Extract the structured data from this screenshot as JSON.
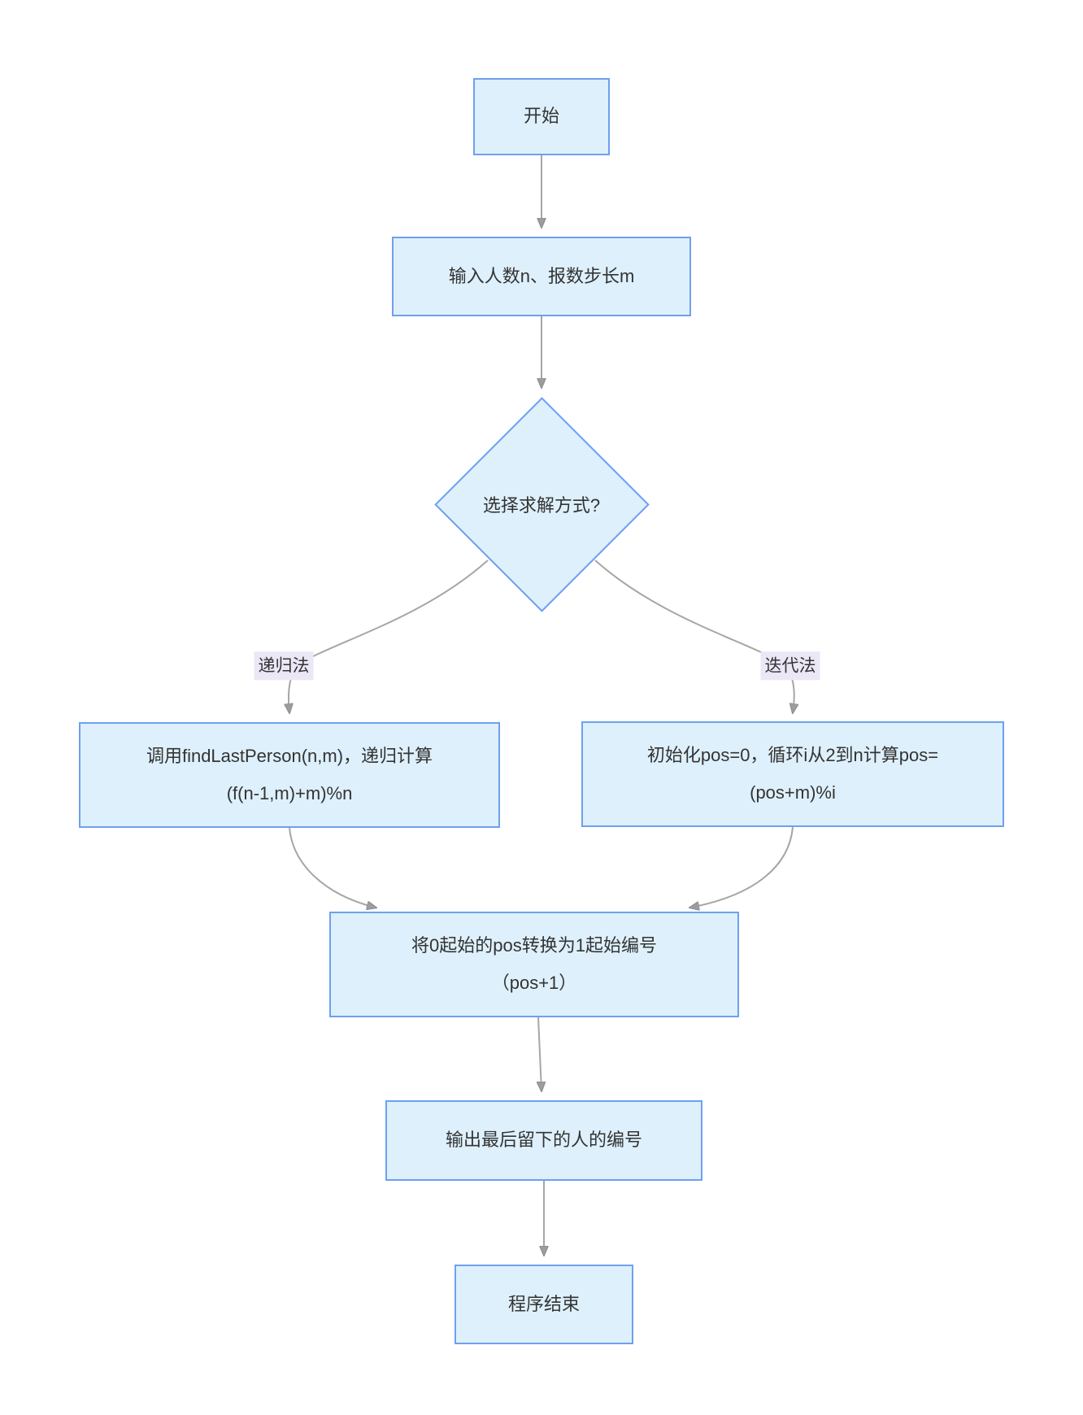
{
  "theme": {
    "background": "#ffffff",
    "node_fill": "#def0fb",
    "node_border": "#6ea0f0",
    "edge_color": "#a6a6a6",
    "arrow_color": "#9d9d9d",
    "edge_label_bg": "#ebe7f6",
    "text_color": "#333333"
  },
  "flowchart": {
    "type": "flowchart",
    "direction": "top-down",
    "nodes": {
      "start": {
        "shape": "rectangle",
        "lines": [
          "开始"
        ]
      },
      "input": {
        "shape": "rectangle",
        "lines": [
          "输入人数n、报数步长m"
        ]
      },
      "decision": {
        "shape": "diamond",
        "lines": [
          "选择求解方式?"
        ]
      },
      "recursive": {
        "shape": "rectangle",
        "lines": [
          "调用findLastPerson(n,m)，递归计算",
          "(f(n-1,m)+m)%n"
        ]
      },
      "iterative": {
        "shape": "rectangle",
        "lines": [
          "初始化pos=0，循环i从2到n计算pos=",
          "(pos+m)%i"
        ]
      },
      "convert": {
        "shape": "rectangle",
        "lines": [
          "将0起始的pos转换为1起始编号",
          "（pos+1）"
        ]
      },
      "output": {
        "shape": "rectangle",
        "lines": [
          "输出最后留下的人的编号"
        ]
      },
      "end": {
        "shape": "rectangle",
        "lines": [
          "程序结束"
        ]
      }
    },
    "edge_labels": {
      "recursion": "递归法",
      "iteration": "迭代法"
    }
  }
}
